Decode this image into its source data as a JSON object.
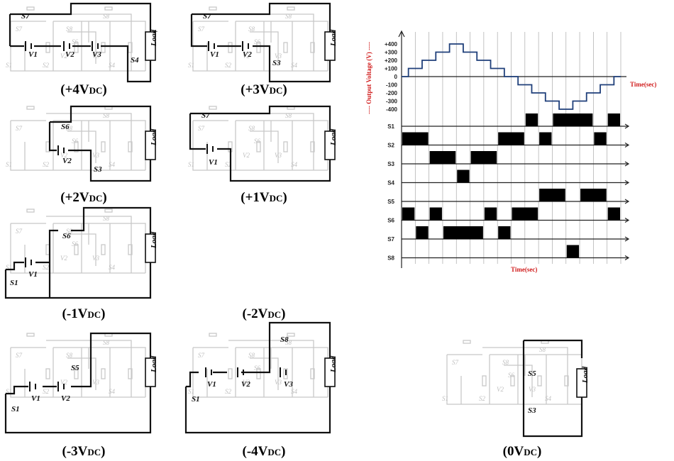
{
  "captions": [
    {
      "main": "(+4V",
      "sub": "DC",
      "end": ")"
    },
    {
      "main": "(+3V",
      "sub": "DC",
      "end": ")"
    },
    {
      "main": "(+2V",
      "sub": "DC",
      "end": ")"
    },
    {
      "main": "(+1V",
      "sub": "DC",
      "end": ")"
    },
    {
      "main": "(-1V",
      "sub": "DC",
      "end": ")"
    },
    {
      "main": "(-2V",
      "sub": "DC",
      "end": ")"
    },
    {
      "main": "(-3V",
      "sub": "DC",
      "end": ")"
    },
    {
      "main": "(-4V",
      "sub": "DC",
      "end": ")"
    },
    {
      "main": "(0V",
      "sub": "DC",
      "end": ")"
    }
  ],
  "circuit_labels": {
    "load": "Load",
    "v1": "V1",
    "v2": "V2",
    "v3": "V3",
    "s1": "S1",
    "s3": "S3",
    "s4": "S4",
    "s5": "S5",
    "s6": "S6",
    "s7": "S7",
    "s8": "S8"
  },
  "chart_data": {
    "type": "line",
    "ylabel": "Output Voltage (V)",
    "xlabel_top": "Time(sec)",
    "xlabel_bottom": "Time(sec)",
    "yticks": [
      "+400",
      "+300",
      "+200",
      "+100",
      "0",
      "-100",
      "-200",
      "-300",
      "-400"
    ],
    "levels_v": [
      100,
      200,
      300,
      400,
      300,
      200,
      100,
      0,
      -100,
      -200,
      -300,
      -400,
      -300,
      -200,
      -100,
      0
    ],
    "switches": [
      "S1",
      "S2",
      "S3",
      "S4",
      "S5",
      "S6",
      "S7",
      "S8"
    ],
    "switch_on_intervals": {
      "S1": [
        [
          9,
          10
        ],
        [
          11,
          14
        ],
        [
          15,
          16
        ]
      ],
      "S2": [
        [
          0,
          2
        ],
        [
          7,
          9
        ],
        [
          10,
          11
        ],
        [
          14,
          15
        ]
      ],
      "S3": [
        [
          2,
          4
        ],
        [
          5,
          7
        ]
      ],
      "S4": [
        [
          4,
          5
        ]
      ],
      "S5": [
        [
          10,
          12
        ],
        [
          13,
          15
        ]
      ],
      "S6": [
        [
          0,
          1
        ],
        [
          2,
          3
        ],
        [
          6,
          7
        ],
        [
          8,
          10
        ],
        [
          15,
          16
        ]
      ],
      "S7": [
        [
          1,
          2
        ],
        [
          3,
          6
        ],
        [
          7,
          8
        ]
      ],
      "S8": [
        [
          12,
          13
        ]
      ]
    },
    "colors": {
      "waveform": "#1f3f7a",
      "label": "#d11f1f"
    }
  }
}
